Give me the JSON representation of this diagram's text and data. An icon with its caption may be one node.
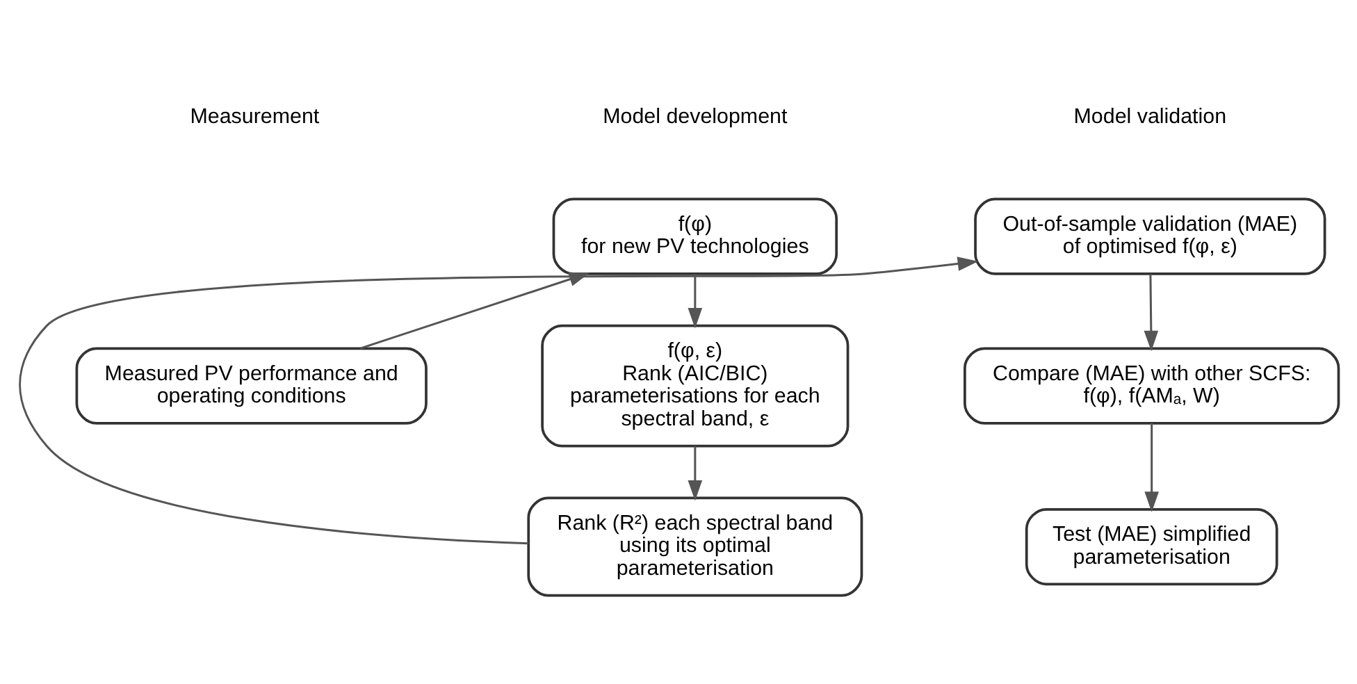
{
  "diagram": {
    "nodes": [
      {
        "text": [
          "Measured PV performance and operating conditions"
        ]
      },
      {
        "text": [
          "f(φ)",
          "for new PV technologies"
        ]
      },
      {
        "text": [
          "f(φ, ε)",
          "Rank (AIC/BIC) parameterisations for each spectral band, ε"
        ]
      },
      {
        "text": [
          "Rank (R²) each spectral band using its optimal parameterisation"
        ]
      },
      {
        "text": [
          "Out-of-sample validation (MAE) of optimised f(φ, ε)"
        ]
      },
      {
        "text": [
          "Compare (MAE) with other SCFS:",
          "f(φ), f(AMₐ, W)"
        ]
      },
      {
        "text": [
          "Test (MAE) simplified parameterisation"
        ]
      }
    ],
    "edges": [
      {
        "from": 0,
        "to": 1,
        "arrow": "to"
      },
      {
        "from": 1,
        "to": 2,
        "arrow": "to"
      },
      {
        "from": 2,
        "to": 3,
        "arrow": "to"
      },
      {
        "from": 3,
        "to": 4,
        "arrow": "to"
      },
      {
        "from": 4,
        "to": 5,
        "arrow": "to"
      },
      {
        "from": 5,
        "to": 6,
        "arrow": "to"
      }
    ],
    "labels": [
      "Measurement",
      "Model development",
      "Model validation"
    ]
  }
}
